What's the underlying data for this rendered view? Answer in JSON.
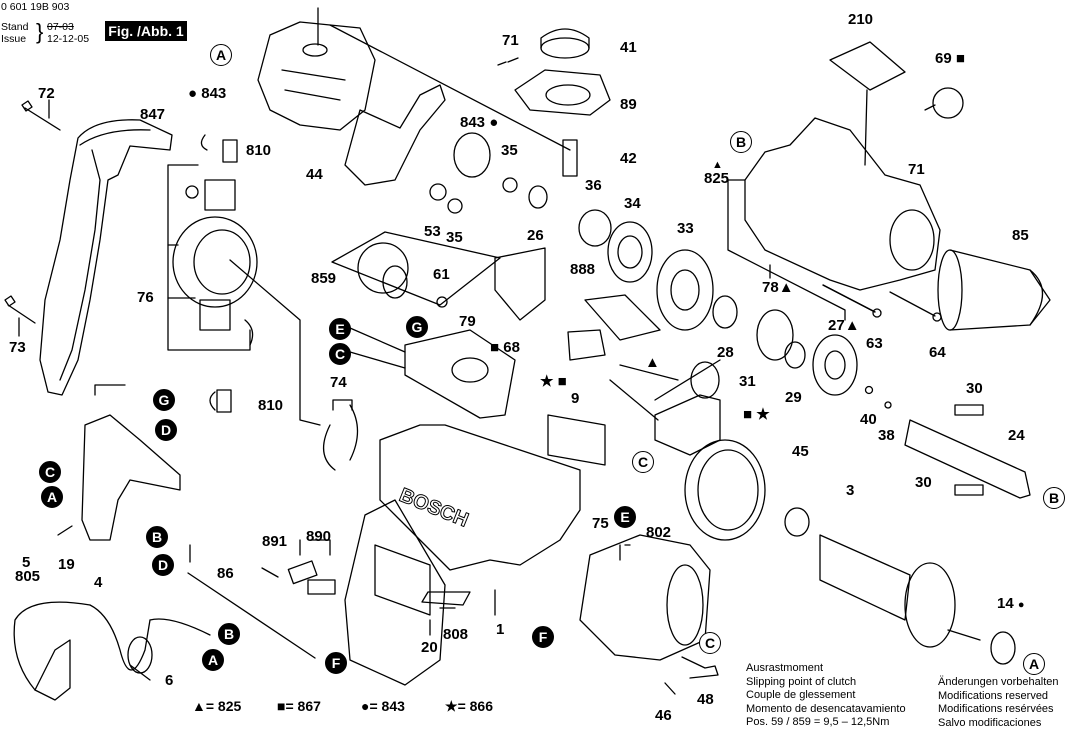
{
  "header": {
    "doc_number": "0 601 19B 903",
    "stand_label": "Stand",
    "issue_label": "Issue",
    "stand_date_struck": "07-03",
    "issue_date": "12-12-05",
    "figure_label": "Fig. /Abb. 1"
  },
  "part_labels": {
    "p72": "72",
    "p847": "847",
    "p843a": "843",
    "p810a": "810",
    "p44": "44",
    "p73": "73",
    "p76": "76",
    "p810b": "810",
    "p71a": "71",
    "p41": "41",
    "p89": "89",
    "p843b": "843",
    "p35a": "35",
    "p42": "42",
    "p36": "36",
    "p53": "53",
    "p35b": "35",
    "p26": "26",
    "p34": "34",
    "p33": "33",
    "p859": "859",
    "p61": "61",
    "p888": "888",
    "p79": "79",
    "p68": "68",
    "p74": "74",
    "p9": "9",
    "p31": "31",
    "p28": "28",
    "p29": "29",
    "p45": "45",
    "p210": "210",
    "p69": "69",
    "p71b": "71",
    "p825": "825",
    "p85": "85",
    "p78": "78",
    "p27": "27",
    "p63": "63",
    "p64": "64",
    "p30a": "30",
    "p40": "40",
    "p38": "38",
    "p24": "24",
    "p30b": "30",
    "p3": "3",
    "p14": "14",
    "p5": "5",
    "p805": "805",
    "p19": "19",
    "p4": "4",
    "p6": "6",
    "p86": "86",
    "p891": "891",
    "p890": "890",
    "p20": "20",
    "p808": "808",
    "p1": "1",
    "p75": "75",
    "p802": "802",
    "p46": "46",
    "p48": "48"
  },
  "connectors": {
    "A1": "A",
    "A2": "A",
    "A3": "A",
    "A4": "A",
    "B1": "B",
    "B2": "B",
    "B3": "B",
    "B4": "B",
    "C1": "C",
    "C2": "C",
    "C3": "C",
    "C4": "C",
    "D1": "D",
    "D2": "D",
    "E1": "E",
    "E2": "E",
    "F1": "F",
    "F2": "F",
    "G1": "G",
    "G2": "G"
  },
  "symbols": {
    "triangle": "▲",
    "square": "■",
    "circle": "●",
    "star": "★"
  },
  "legend": [
    {
      "symbol": "▲",
      "text": "= 825"
    },
    {
      "symbol": "■",
      "text": "= 867"
    },
    {
      "symbol": "●",
      "text": "= 843"
    },
    {
      "symbol": "★",
      "text": "= 866"
    }
  ],
  "clutch_note": [
    "Ausrastmoment",
    "Slipping point of clutch",
    "Couple de glessement",
    "Momento de desencatavamiento",
    "Pos.  59 / 859  =   9,5 – 12,5Nm"
  ],
  "modifications_note": [
    "Änderungen vorbehalten",
    "Modifications reserved",
    "Modifications resérvées",
    "Salvo modificaciones"
  ],
  "housing_brand": "BOSCH"
}
